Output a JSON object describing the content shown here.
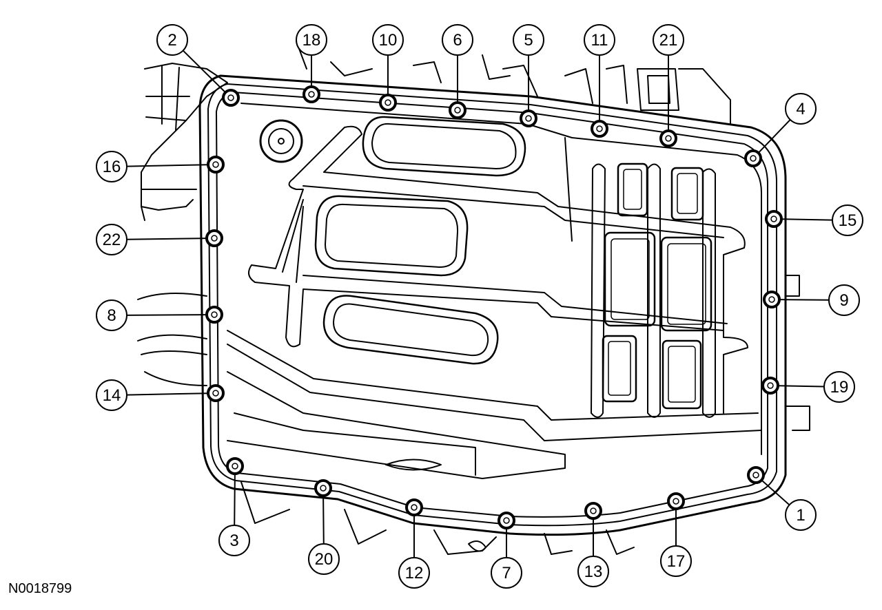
{
  "figure_id": "N0018799",
  "callouts": [
    {
      "label": "2"
    },
    {
      "label": "18"
    },
    {
      "label": "10"
    },
    {
      "label": "6"
    },
    {
      "label": "5"
    },
    {
      "label": "11"
    },
    {
      "label": "21"
    },
    {
      "label": "4"
    },
    {
      "label": "16"
    },
    {
      "label": "15"
    },
    {
      "label": "22"
    },
    {
      "label": "9"
    },
    {
      "label": "8"
    },
    {
      "label": "14"
    },
    {
      "label": "19"
    },
    {
      "label": "1"
    },
    {
      "label": "3"
    },
    {
      "label": "20"
    },
    {
      "label": "12"
    },
    {
      "label": "7"
    },
    {
      "label": "13"
    },
    {
      "label": "17"
    }
  ]
}
